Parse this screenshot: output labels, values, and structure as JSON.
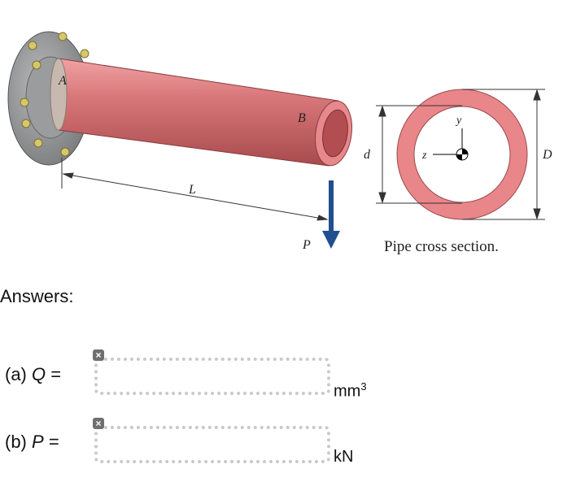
{
  "figure": {
    "label_A": "A",
    "label_B": "B",
    "label_L": "L",
    "label_P": "P",
    "label_d": "d",
    "label_D": "D",
    "label_y": "y",
    "label_z": "z",
    "caption": "Pipe cross section."
  },
  "answers": {
    "heading": "Answers:",
    "rows": [
      {
        "prefix": "(a)",
        "var": "Q",
        "equals": "=",
        "value": "",
        "unit": "mm",
        "unit_exp": "3"
      },
      {
        "prefix": "(b)",
        "var": "P",
        "equals": "=",
        "value": "",
        "unit": "kN",
        "unit_exp": ""
      }
    ],
    "clear_glyph": "×"
  },
  "colors": {
    "pipe": "#d9787b",
    "pipe_dark": "#b95457",
    "flange": "#8e9092",
    "bolt": "#d1c56a",
    "arrow": "#1f4f8f",
    "ring": "#e9868a"
  }
}
